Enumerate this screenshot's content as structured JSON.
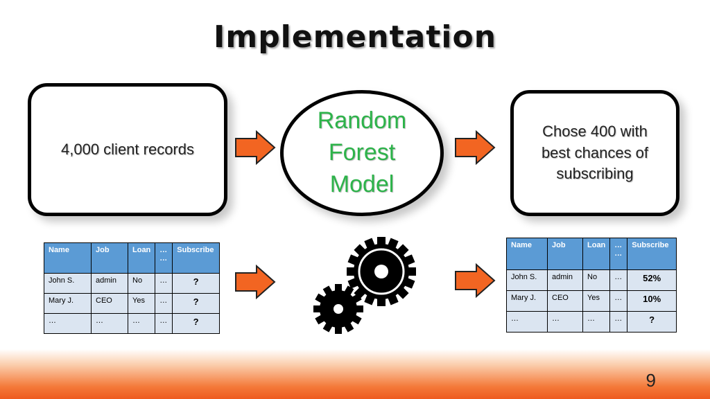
{
  "title": "Implementation",
  "input_box": {
    "text": "4,000 client records"
  },
  "model": {
    "line1": "Random",
    "line2": "Forest",
    "line3": "Model"
  },
  "output_box": {
    "text": "Chose 400 with best chances of subscribing"
  },
  "input_table": {
    "headers": [
      "Name",
      "Job",
      "Loan",
      "… …",
      "Subscribe"
    ],
    "rows": [
      [
        "John S.",
        "admin",
        "No",
        "…",
        "?"
      ],
      [
        "Mary J.",
        "CEO",
        "Yes",
        "…",
        "?"
      ],
      [
        "…",
        "…",
        "…",
        "…",
        "?"
      ]
    ]
  },
  "output_table": {
    "headers": [
      "Name",
      "Job",
      "Loan",
      "… …",
      "Subscribe"
    ],
    "rows": [
      [
        "John S.",
        "admin",
        "No",
        "…",
        "52%"
      ],
      [
        "Mary J.",
        "CEO",
        "Yes",
        "…",
        "10%"
      ],
      [
        "…",
        "…",
        "…",
        "…",
        "?"
      ]
    ]
  },
  "page_number": "9",
  "colors": {
    "arrow": "#f26522",
    "model_text": "#2db34a",
    "table_header": "#5b9bd5",
    "table_body": "#dbe5f1"
  }
}
